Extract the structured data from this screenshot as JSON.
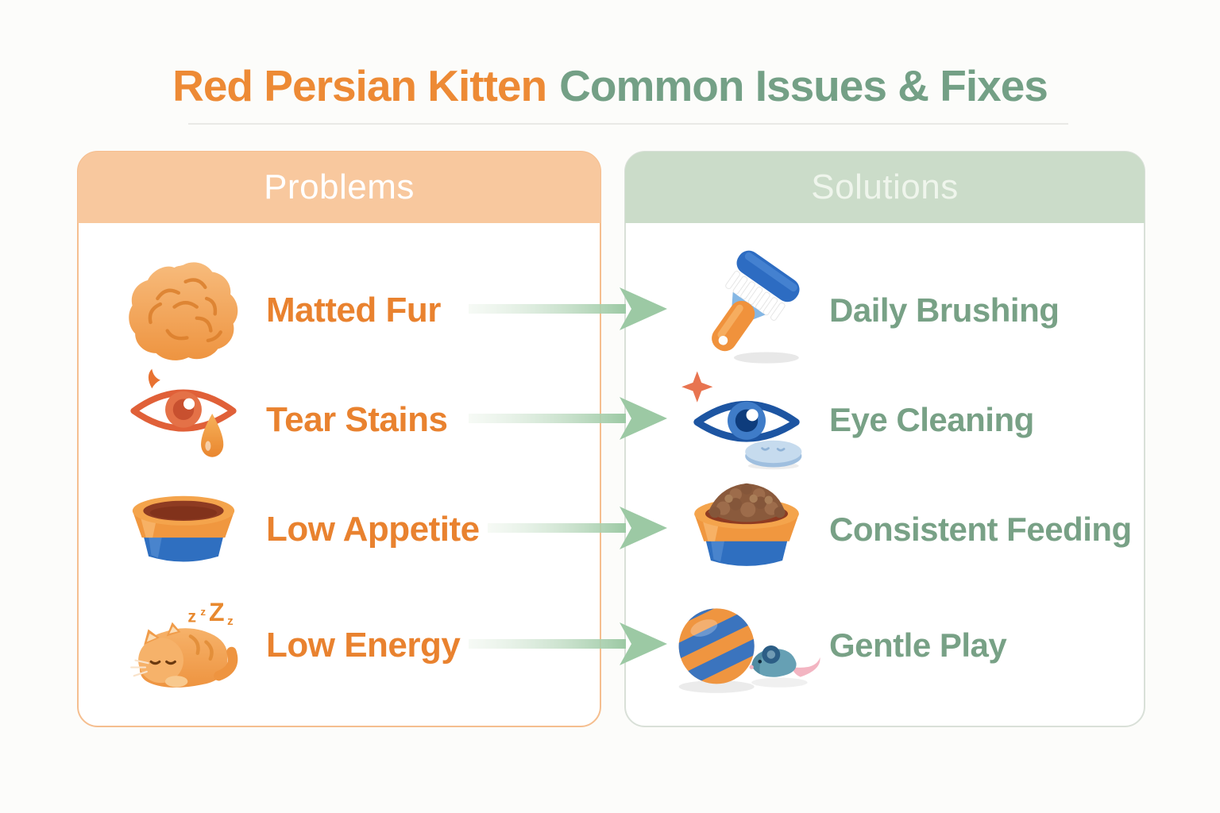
{
  "title": {
    "part1": "Red Persian Kitten",
    "part2": "Common Issues & Fixes"
  },
  "columns": {
    "problems": {
      "header": "Problems",
      "rows": [
        {
          "label": "Matted Fur"
        },
        {
          "label": "Tear Stains"
        },
        {
          "label": "Low Appetite"
        },
        {
          "label": "Low Energy",
          "zzz": [
            "z",
            "z",
            "Z",
            "z"
          ]
        }
      ]
    },
    "solutions": {
      "header": "Solutions",
      "rows": [
        {
          "label": "Daily Brushing"
        },
        {
          "label": "Eye Cleaning"
        },
        {
          "label": "Consistent Feeding"
        },
        {
          "label": "Gentle Play"
        }
      ]
    }
  },
  "icons": {
    "problems": [
      "matted-fur-icon",
      "teary-eye-icon",
      "empty-food-bowl-icon",
      "sleeping-cat-icon"
    ],
    "solutions": [
      "grooming-brush-icon",
      "clean-eye-icon",
      "full-food-bowl-icon",
      "ball-and-mouse-toy-icon"
    ],
    "connector": "arrow-right-icon"
  },
  "colors": {
    "title_orange": "#ED8A35",
    "title_green": "#74A086",
    "problems_header_bg": "#F8C89E",
    "solutions_header_bg": "#CBDCC9",
    "problem_label": "#E9822F",
    "solution_label": "#78A186",
    "problems_panel_border": "#F5BE8F",
    "solutions_panel_border": "#D9E0D8",
    "arrow_green": "#9CC9A4",
    "page_background": "#FCFCFA"
  }
}
